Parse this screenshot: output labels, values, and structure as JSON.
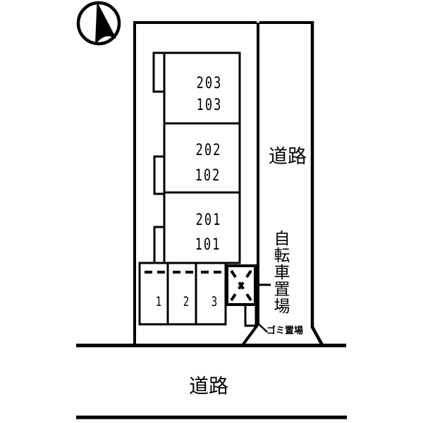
{
  "plan": {
    "title": "site-plan",
    "units": [
      {
        "upper": "203",
        "lower": "103"
      },
      {
        "upper": "202",
        "lower": "102"
      },
      {
        "upper": "201",
        "lower": "101"
      }
    ],
    "parking_spaces": [
      "1",
      "2",
      "3"
    ],
    "labels": {
      "road_right": "道路",
      "road_bottom": "道路",
      "bicycle_parking": "自転車置場",
      "garbage_area": "ゴミ置場"
    },
    "icons": {
      "compass": "north-arrow-icon"
    },
    "colors": {
      "line": "#000000",
      "background": "#ffffff"
    }
  }
}
